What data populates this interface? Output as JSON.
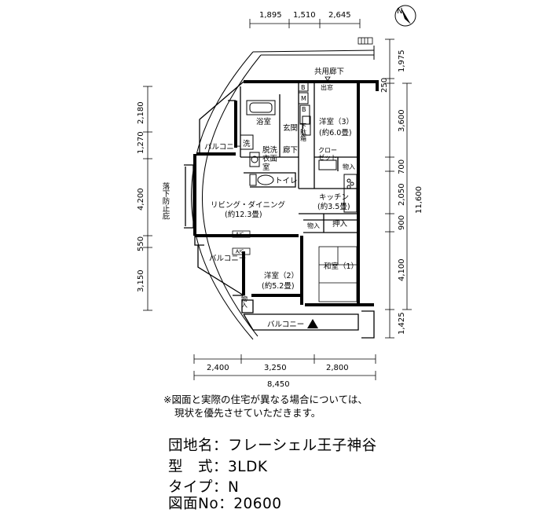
{
  "compass": {
    "label": "N"
  },
  "dimensions": {
    "top": [
      "1,895",
      "1,510",
      "2,645"
    ],
    "right": [
      "1,975",
      "250",
      "3,600",
      "700",
      "2,050",
      "900",
      "4,100",
      "1,425"
    ],
    "right_total": "11,600",
    "left": [
      "2,180",
      "1,270",
      "4,200",
      "550",
      "3,150"
    ],
    "bottom": [
      "2,400",
      "3,250",
      "2,800"
    ],
    "bottom_total": "8,450"
  },
  "rooms": {
    "corridor": "共用廊下",
    "entrance_step": "出窓",
    "bath": "浴室",
    "genkan": "玄関",
    "western3": "洋室（3）",
    "western3_size": "(約6.0畳)",
    "balcony_upper": "バルコニー",
    "wash_mark": "洗",
    "dressing": "脱洗\n衣面\n室",
    "hallway": "廊下",
    "closet": "クロー\nゼット",
    "storage1": "物入",
    "toilet": "トイレ",
    "living": "リビング・ダイニング",
    "living_size": "(約12.3畳)",
    "kitchen": "キッチン",
    "kitchen_size": "(約3.5畳)",
    "storage2": "物入",
    "oshiire": "押入",
    "fall_prevention": "落下防止庇",
    "balcony_left": "バルコニー",
    "japanese1": "和室（1）",
    "western2": "洋室（2）",
    "western2_size": "(約5.2畳)",
    "storage3": "物入",
    "balcony_bottom": "バルコニー",
    "mb": "M",
    "b_mark": "B",
    "sb": "下駄箱",
    "ac": "A/C"
  },
  "note": {
    "line1": "※図面と実際の住宅が異なる場合については、",
    "line2": "現状を優先させていただきます。"
  },
  "info": [
    {
      "key": "団地名",
      "sep": "：",
      "value": "フレーシェル王子神谷"
    },
    {
      "key": "型　式",
      "sep": "：",
      "value": "3LDK"
    },
    {
      "key": "タイプ",
      "sep": "：",
      "value": "N"
    },
    {
      "key": "図面No",
      "sep": "：",
      "value": "20600"
    }
  ]
}
